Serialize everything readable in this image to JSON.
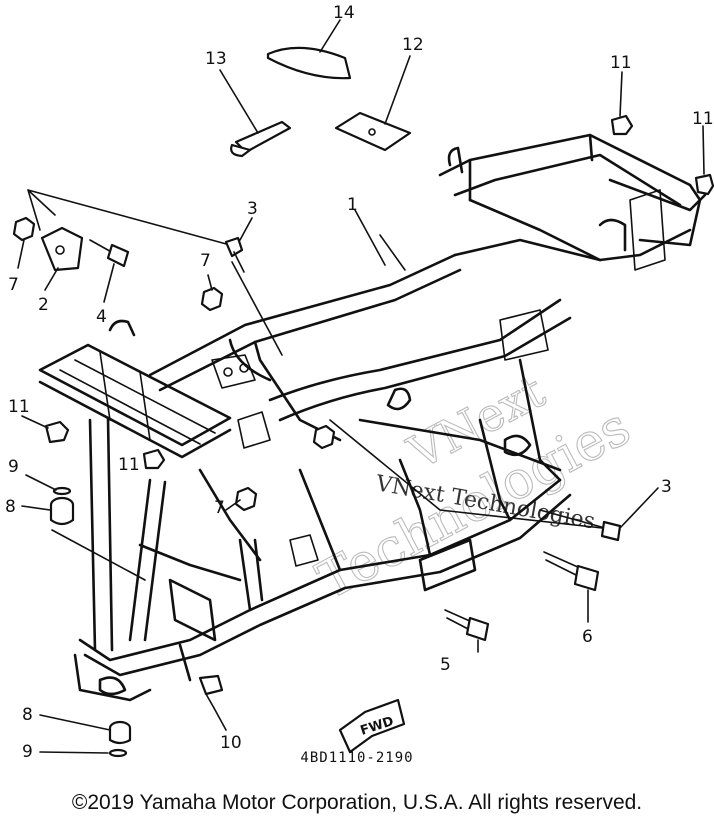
{
  "callouts": {
    "c1": "1",
    "c2": "2",
    "c3a": "3",
    "c3b": "3",
    "c4": "4",
    "c5": "5",
    "c6": "6",
    "c7a": "7",
    "c7b": "7",
    "c7c": "7",
    "c8a": "8",
    "c8b": "8",
    "c9a": "9",
    "c9b": "9",
    "c10": "10",
    "c11a": "11",
    "c11b": "11",
    "c11c": "11",
    "c11d": "11",
    "c12": "12",
    "c13": "13",
    "c14": "14"
  },
  "fwd_label": "FWD",
  "watermark": {
    "line1": "VNext",
    "line2": "Technologies",
    "line3": "VNext Technologies"
  },
  "drawing_code": "4BD1110-2190",
  "copyright": "©2019 Yamaha Motor Corporation, U.S.A. All rights reserved."
}
